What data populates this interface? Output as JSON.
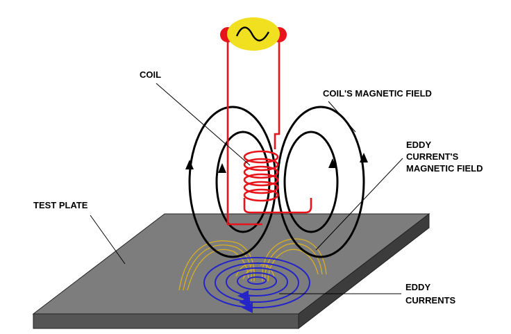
{
  "labels": {
    "coil": "COIL",
    "coil_field": "COIL'S MAGNETIC FIELD",
    "eddy_field": [
      "EDDY",
      "CURRENT'S",
      "MAGNETIC FIELD"
    ],
    "test_plate": "TEST PLATE",
    "eddy_currents": [
      "EDDY",
      "CURRENTS"
    ]
  },
  "icons": {
    "ac_source": "sine-wave-icon"
  },
  "colors": {
    "coil": "#e8141c",
    "coil_field": "#000000",
    "eddy_currents": "#2424c8",
    "eddy_field": "#d8b020",
    "plate_top": "#7d7d7d",
    "plate_side": "#3c3c3c",
    "ac_source": "#f0e020",
    "terminals": "#e8141c"
  }
}
